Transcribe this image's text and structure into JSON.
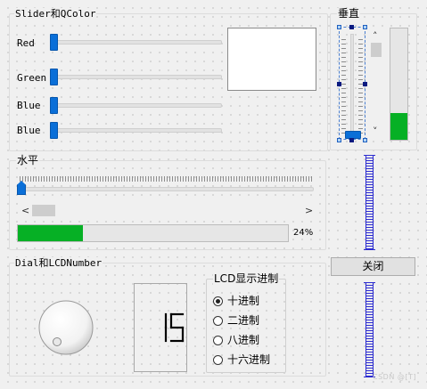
{
  "groups": {
    "slider_color": {
      "title": "Slider和QColor",
      "sliders": [
        {
          "label": "Red",
          "value": 0
        },
        {
          "label": "Green",
          "value": 0
        },
        {
          "label": "Blue",
          "value": 0
        },
        {
          "label": "Blue",
          "value": 0
        }
      ],
      "preview_color": "#ffffff"
    },
    "vertical": {
      "title": "垂直",
      "progress_value": 0.24,
      "scroll_up": "˄",
      "scroll_down": "˅"
    },
    "horizontal": {
      "title": "水平",
      "scroll_left": "<",
      "scroll_right": ">",
      "progress_text": "24%",
      "progress_value": 0.24
    },
    "dial_lcd": {
      "title": "Dial和LCDNumber",
      "lcd_value": "15",
      "radix_group_title": "LCD显示进制",
      "radix_options": [
        {
          "label": "十进制",
          "checked": true
        },
        {
          "label": "二进制",
          "checked": false
        },
        {
          "label": "八进制",
          "checked": false
        },
        {
          "label": "十六进制",
          "checked": false
        }
      ]
    }
  },
  "close_button": {
    "label": "关闭"
  },
  "watermark": "CSDN @[T]",
  "colors": {
    "accent": "#0a6fd8",
    "progress": "#06b025",
    "spring": "#2b2bd0"
  },
  "icons": {
    "dial": "dial-knob-icon",
    "radio_checked": "radio-checked-icon",
    "radio_unchecked": "radio-unchecked-icon"
  }
}
